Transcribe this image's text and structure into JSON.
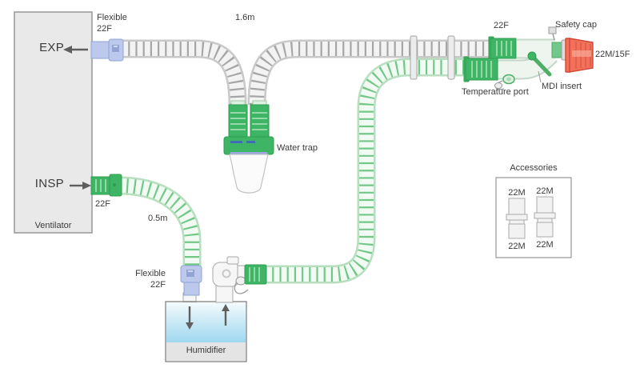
{
  "ventilator": {
    "label": "Ventilator",
    "exp_port_label": "EXP",
    "insp_port_label": "INSP",
    "exp_connector_label": "Flexible\n22F",
    "insp_connector_label": "22F"
  },
  "circuit": {
    "exp_limb_length": "1.6m",
    "insp_limb_length": "0.5m",
    "water_trap_label": "Water trap",
    "humidifier_label": "Humidifier",
    "humidifier_connector_label": "Flexible\n22F",
    "patient_connector_label": "22F",
    "safety_cap_label": "Safety cap",
    "patient_end_size_label": "22M/15F",
    "temperature_port_label": "Temperature port",
    "mdi_insert_label": "MDI insert"
  },
  "accessories": {
    "title": "Accessories",
    "adapters": [
      {
        "top_label": "22M",
        "bottom_label": "22M"
      },
      {
        "top_label": "22M",
        "bottom_label": "22M"
      }
    ]
  },
  "colors": {
    "green": "#3eb565",
    "green_dark": "#2f9d4e",
    "green_rib": "#94d8a6",
    "green_tube_edge": "#b7dfbf",
    "green_tube_body": "#f1faf3",
    "green_tube_coil": "#54bb6e",
    "gray_tube_edge": "#c9c9c9",
    "tube_body": "#f3f3f3",
    "gray_tube_coil": "#98989b",
    "blue": "#bcc8ec",
    "blue_dark": "#92a4d4",
    "red": "#f3705a",
    "red_dark": "#cf4a36",
    "water": "#9ed7ee",
    "box_fill": "#e9e9e9",
    "box_border": "#979797",
    "pale_body": "#edf5ee",
    "pale_edge": "#c3d7c7",
    "text": "#3b3b3b",
    "arrow": "#5f5f5f"
  }
}
